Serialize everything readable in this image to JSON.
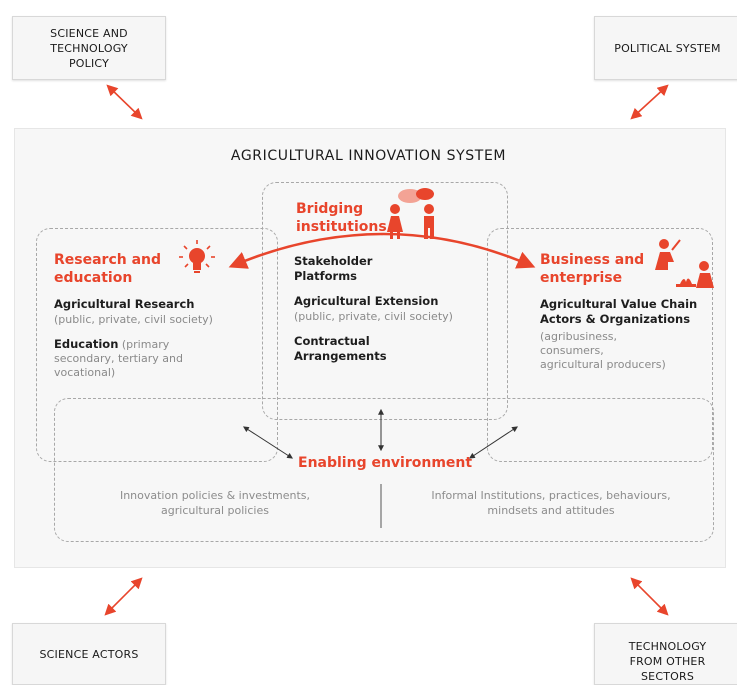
{
  "external": {
    "science_policy": "SCIENCE AND TECHNOLOGY POLICY",
    "political_system": "POLITICAL SYSTEM",
    "science_actors": "SCIENCE ACTORS",
    "technology_other": "TECHNOLOGY FROM OTHER SECTORS"
  },
  "system_title": "AGRICULTURAL INNOVATION SYSTEM",
  "bridging": {
    "heading_line1": "Bridging",
    "heading_line2": "institutions",
    "item1_line1": "Stakeholder",
    "item1_line2": "Platforms",
    "item2_title": "Agricultural Extension",
    "item2_note": "(public, private, civil society)",
    "item3_line1": "Contractual",
    "item3_line2": "Arrangements"
  },
  "research": {
    "heading_line1": "Research and",
    "heading_line2": "education",
    "item1_title": "Agricultural Research",
    "item1_note": "(public, private, civil society)",
    "item2_title": "Education",
    "item2_note_line1": " (primary",
    "item2_note_line2": "secondary, tertiary and",
    "item2_note_line3": "vocational)"
  },
  "business": {
    "heading_line1": "Business and",
    "heading_line2": "enterprise",
    "item1_line1": "Agricultural Value Chain",
    "item1_line2": "Actors & Organizations",
    "note_line1": "(agribusiness,",
    "note_line2": "consumers,",
    "note_line3": "agricultural producers)"
  },
  "enabling": {
    "heading": "Enabling environment",
    "left_line1": "Innovation policies & investments,",
    "left_line2": "agricultural policies",
    "right_line1": "Informal Institutions, practices, behaviours,",
    "right_line2": "mindsets and attitudes"
  },
  "colors": {
    "accent": "#e8452c",
    "dash": "#a8a8a8",
    "panel": "#f7f7f7"
  },
  "icons": [
    "lightbulb-icon",
    "people-icon",
    "speech-bubble-icon",
    "farmer-icon",
    "seedling-icon"
  ]
}
